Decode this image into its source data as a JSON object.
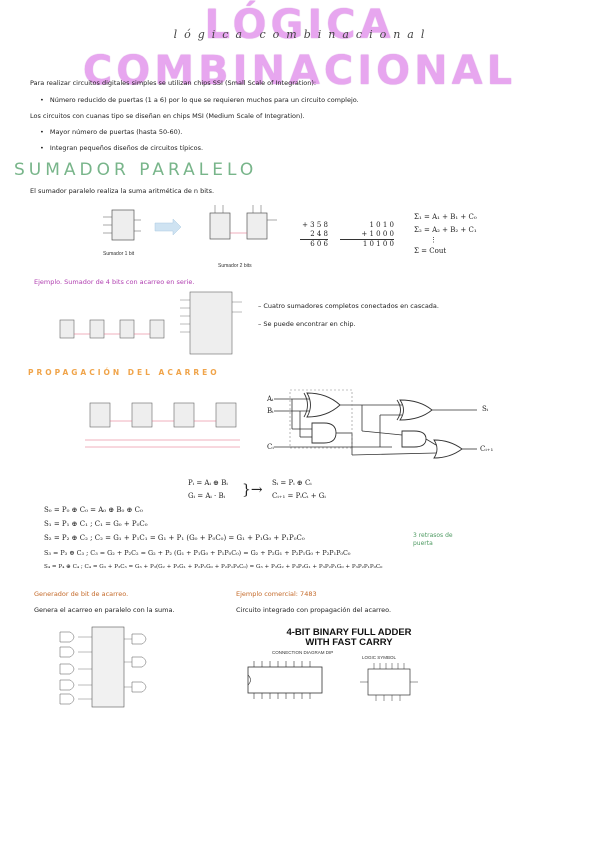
{
  "header": {
    "title": "LÓGICA COMBINACIONAL",
    "subtitle": "lógica combinacional"
  },
  "intro": {
    "line1": "Para realizar circuitos digitales simples se utilizan chips SSI (Small Scale of Integration):",
    "bullet1": "Número reducido de puertas (1 a 6) por lo que se requieren muchos para un circuito complejo.",
    "line2": "Los circuitos con cuanas tipo se diseñan en chips MSI (Medium Scale of Integration).",
    "bullet2": "Mayor número de puertas (hasta 50-60).",
    "bullet3": "Integran pequeños diseños de circuitos típicos."
  },
  "sumador": {
    "heading": "SUMADOR PARALELO",
    "desc": "El sumador paralelo realiza la suma aritmética de n bits.",
    "label1": "Sumador 1 bit",
    "label2": "Sumador 2 bits",
    "sum_rows": [
      "+ 3 5 8",
      "2 4 8",
      "6 0 6"
    ],
    "bin_rows": [
      "1 0 1 0",
      "+ 1 0 0 0",
      "1 0 1 0 0"
    ],
    "eq1": "Σ₁ = A₁ + B₁ + C₀",
    "eq2": "Σ₂ = A₂ + B₂ + C₁",
    "eq3": "⋮",
    "eq4": "Σ = Cout"
  },
  "ejemplo": {
    "title": "Ejemplo. Sumador de 4 bits con acarreo en serie.",
    "note1": "Cuatro sumadores completos conectados en cascada.",
    "note2": "Se puede encontrar en chip."
  },
  "propagacion": {
    "heading": "PROPAGACIÓN DEL ACARREO",
    "in_a": "Aᵢ",
    "in_b": "Bᵢ",
    "in_c": "Cᵢ",
    "out_s": "Sᵢ",
    "out_c": "Cᵢ₊₁",
    "pi": "Pᵢ = Aᵢ ⊕ Bᵢ",
    "gi": "Gᵢ = Aᵢ · Bᵢ",
    "si": "Sᵢ = Pᵢ ⊕ Cᵢ",
    "ci": "Cᵢ₊₁ = PᵢCᵢ + Gᵢ",
    "equations": [
      "S₀ = P₀ ⊕ C₀ = A₀ ⊕ B₀ ⊕ C₀",
      "S₁ = P₁ ⊕ C₁  ;  C₁ = G₀ + P₀C₀",
      "S₂ = P₂ ⊕ C₂  ;  C₂ = G₁ + P₁C₁ = G₁ + P₁ (G₀ + P₀C₀) = G₁ + P₁G₀ + P₁P₀C₀",
      "S₃ = P₃ ⊕ C₃  ;  C₃ = G₂ + P₂C₂ = G₂ + P₂ (G₁ + P₁G₀ + P₁P₀C₀) = G₂ + P₂G₁ + P₂P₁G₀ + P₂P₁P₀C₀",
      "S₄ = P₄ ⊕ C₄  ;  C₄ = G₃ + P₃C₃ = G₃ + P₃(G₂ + P₂G₁ + P₂P₁G₀ + P₂P₁P₀C₀) = G₃ + P₃G₂ + P₃P₂G₁ + P₃P₂P₁G₀ + P₃P₂P₁P₀C₀"
    ],
    "green_note": "3 retrasos de puerta"
  },
  "generador": {
    "title": "Generador de bit de acarreo.",
    "desc": "Genera el acarreo en paralelo con la suma."
  },
  "comercial": {
    "title": "Ejemplo comercial: 7483",
    "desc": "Circuito integrado con propagación del acarreo.",
    "chip_title1": "4-BIT BINARY FULL ADDER",
    "chip_title2": "WITH FAST CARRY",
    "conn_label": "CONNECTION DIAGRAM DIP",
    "logic_label": "LOGIC SYMBOL"
  },
  "colors": {
    "title": "#e7a6ef",
    "green": "#78b58a",
    "orange": "#f0a44a",
    "purple": "#b03fb0"
  }
}
